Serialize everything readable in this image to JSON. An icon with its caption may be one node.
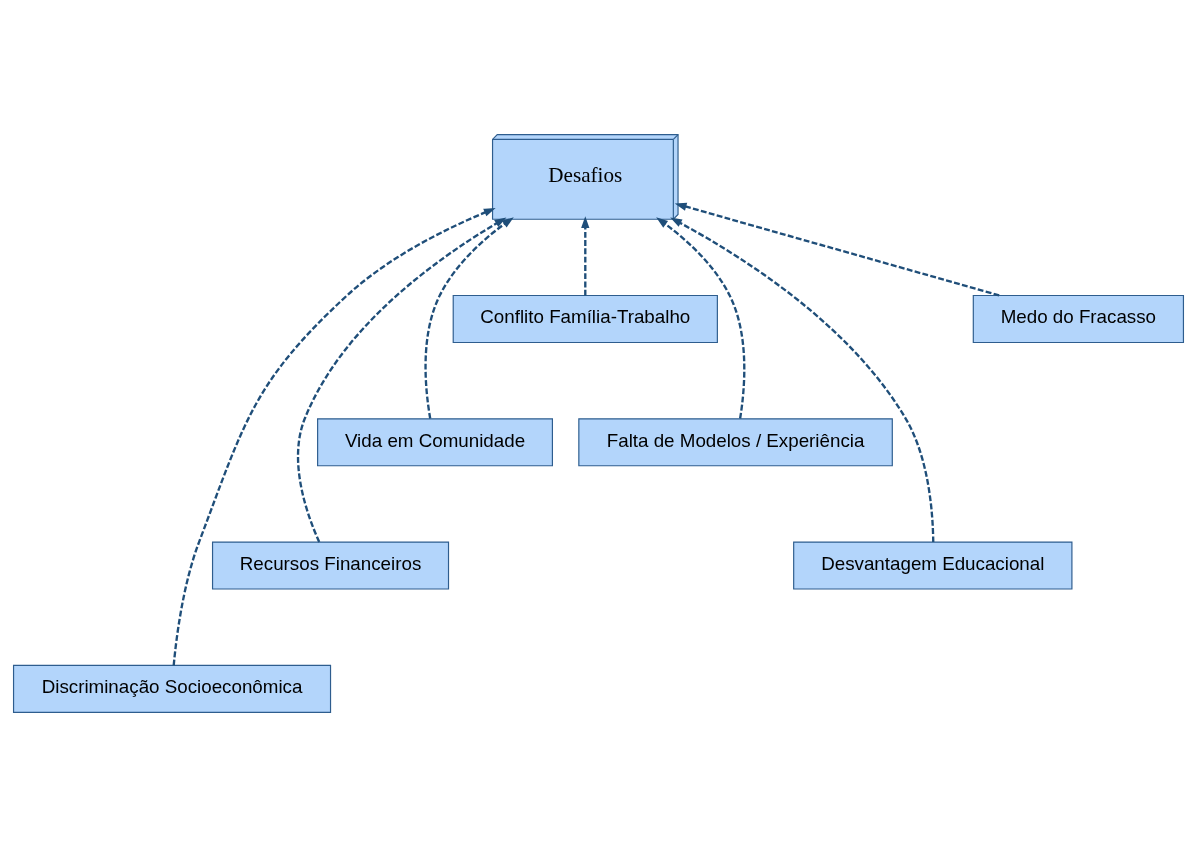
{
  "diagram": {
    "nodes": [
      {
        "text": [
          "Desafios"
        ]
      },
      {
        "text": [
          "Conflito Família-Trabalho"
        ]
      },
      {
        "text": [
          "Medo do Fracasso"
        ]
      },
      {
        "text": [
          "Vida em Comunidade"
        ]
      },
      {
        "text": [
          "Falta de Modelos / Experiência"
        ]
      },
      {
        "text": [
          "Recursos Financeiros"
        ]
      },
      {
        "text": [
          "Desvantagem Educacional"
        ]
      },
      {
        "text": [
          "Discriminação Socioeconômica"
        ]
      }
    ],
    "edges": [
      {
        "from": 1,
        "to": 0,
        "arrow": "to",
        "style": "dashed"
      },
      {
        "from": 3,
        "to": 0,
        "arrow": "to",
        "style": "dashed"
      },
      {
        "from": 5,
        "to": 0,
        "arrow": "to",
        "style": "dashed"
      },
      {
        "from": 7,
        "to": 0,
        "arrow": "to",
        "style": "dashed"
      },
      {
        "from": 6,
        "to": 0,
        "arrow": "to",
        "style": "dashed"
      },
      {
        "from": 4,
        "to": 0,
        "arrow": "to",
        "style": "dashed"
      },
      {
        "from": 2,
        "to": 0,
        "arrow": "to",
        "style": "dashed"
      }
    ]
  }
}
